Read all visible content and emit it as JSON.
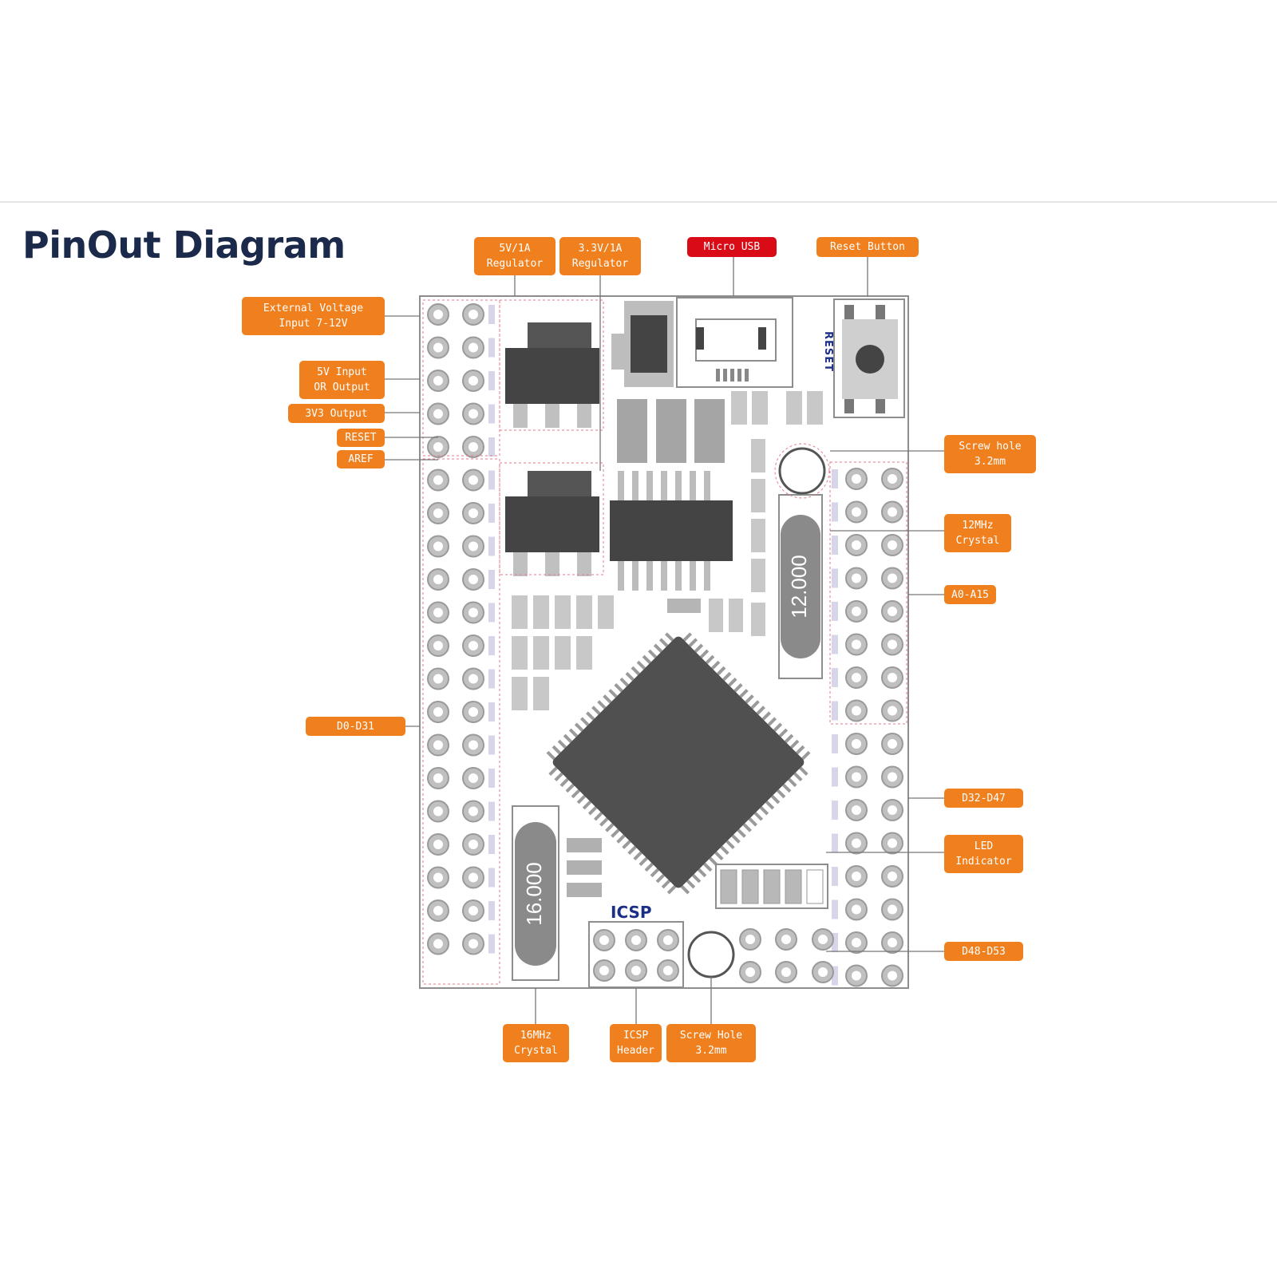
{
  "title": "PinOut Diagram",
  "labels": {
    "reg5v": [
      "5V/1A",
      "Regulator"
    ],
    "reg33": [
      "3.3V/1A",
      "Regulator"
    ],
    "usb": [
      "Micro USB"
    ],
    "reset_btn": [
      "Reset Button"
    ],
    "ext_v": [
      "External Voltage",
      "Input 7-12V"
    ],
    "v5": [
      "5V Input",
      "OR Output"
    ],
    "v3": [
      "3V3 Output"
    ],
    "reset": [
      "RESET"
    ],
    "aref": [
      "AREF"
    ],
    "d0": [
      "D0-D31"
    ],
    "screw1": [
      "Screw hole",
      "3.2mm"
    ],
    "cr12": [
      "12MHz",
      "Crystal"
    ],
    "a0": [
      "A0-A15"
    ],
    "d32": [
      "D32-D47"
    ],
    "led": [
      "LED",
      "Indicator"
    ],
    "d48": [
      "D48-D53"
    ],
    "cr16": [
      "16MHz",
      "Crystal"
    ],
    "icsp_h": [
      "ICSP",
      "Header"
    ],
    "screw2": [
      "Screw Hole",
      "3.2mm"
    ]
  },
  "board": {
    "icsp": "ICSP",
    "reset_silk": "RESET",
    "crystal_12": "12.000",
    "crystal_16": "16.000"
  },
  "colors": {
    "label_orange": "#f07f1d",
    "label_red": "#d90b16",
    "title_navy": "#1b2a4a",
    "chip_gray": "#555555",
    "pad_gray": "#c0c0c0"
  }
}
